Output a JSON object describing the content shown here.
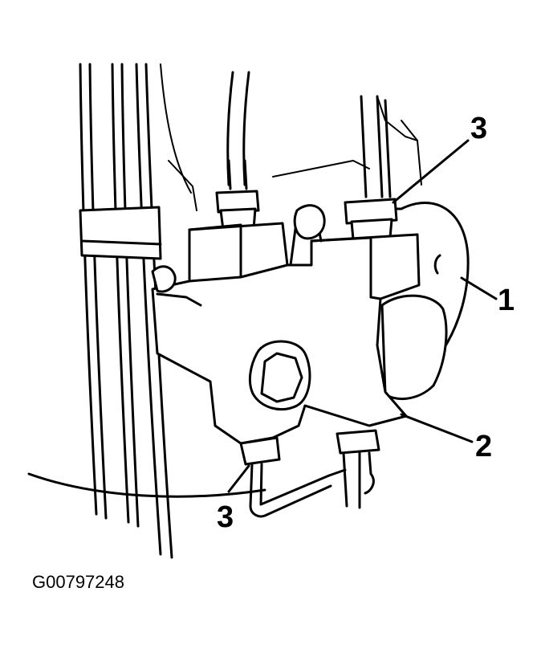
{
  "figure": {
    "id_label": "G00797248",
    "callouts": [
      {
        "key": "callout-3-top",
        "label": "3"
      },
      {
        "key": "callout-1",
        "label": "1"
      },
      {
        "key": "callout-2",
        "label": "2"
      },
      {
        "key": "callout-3-bottom",
        "label": "3"
      }
    ]
  }
}
